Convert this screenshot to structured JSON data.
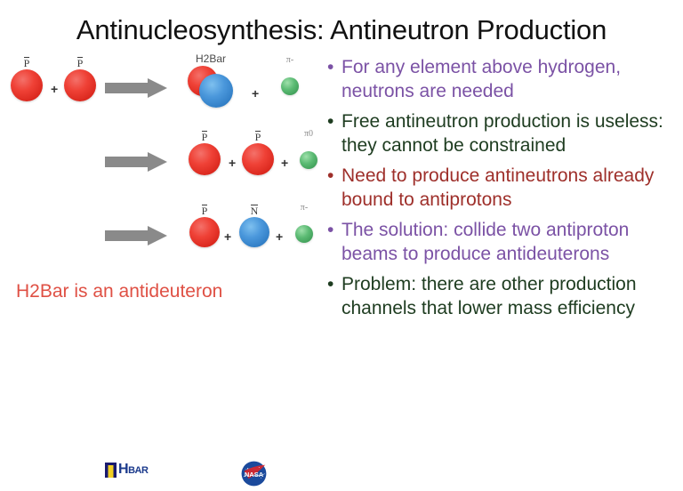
{
  "slide": {
    "title": "Antinucleosynthesis: Antineutron Production"
  },
  "diagram": {
    "caption": "H2Bar is an antideuteron",
    "reactions": [
      {
        "id": "reaction-1",
        "reactants": [
          {
            "label": "P",
            "bar": true,
            "type": "antiproton",
            "color": "#ef4136"
          },
          {
            "label": "P",
            "bar": true,
            "type": "antiproton",
            "color": "#ef4136"
          }
        ],
        "operator": "+",
        "arrow": "right-arrow",
        "products": [
          {
            "label": "H2Bar",
            "bar": false,
            "type": "antideuteron",
            "color": "#4a97db"
          },
          {
            "label": "π-",
            "bar": false,
            "type": "pion-minus",
            "color": "#5cbb74"
          }
        ]
      },
      {
        "id": "reaction-2",
        "reactants": [],
        "operator": "+",
        "arrow": "right-arrow",
        "products": [
          {
            "label": "P",
            "bar": true,
            "type": "antiproton",
            "color": "#ef4136"
          },
          {
            "label": "P",
            "bar": true,
            "type": "antiproton",
            "color": "#ef4136"
          },
          {
            "label": "π0",
            "bar": false,
            "type": "pion-zero",
            "color": "#5cbb74"
          }
        ]
      },
      {
        "id": "reaction-3",
        "reactants": [],
        "operator": "+",
        "arrow": "right-arrow",
        "products": [
          {
            "label": "P",
            "bar": true,
            "type": "antiproton",
            "color": "#ef4136"
          },
          {
            "label": "N",
            "bar": true,
            "type": "antineutron",
            "color": "#4a97db"
          },
          {
            "label": "π-",
            "bar": false,
            "type": "pion-minus",
            "color": "#5cbb74"
          }
        ]
      }
    ]
  },
  "bullets": [
    {
      "marker": "•",
      "text": "For any element above hydrogen, neutrons are needed",
      "color": "#7b52a5"
    },
    {
      "marker": "•",
      "text": "Free antineutron production is useless: they cannot be constrained",
      "color": "#1e3c20"
    },
    {
      "marker": "•",
      "text": "Need to produce antineutrons already bound to antiprotons",
      "color": "#9e2f2a"
    },
    {
      "marker": "•",
      "text": "The solution: collide two antiproton beams to produce antideuterons",
      "color": "#7b52a5"
    },
    {
      "marker": "•",
      "text": "Problem: there are other production channels that lower mass efficiency",
      "color": "#1e3c20"
    }
  ],
  "logos": {
    "hbar": {
      "name": "HBAR Technologies logo",
      "text_main": "H",
      "text_rest": "BAR"
    },
    "nasa": {
      "name": "NASA logo",
      "text": "NASA"
    }
  },
  "colors": {
    "antiproton": "#ef4136",
    "antineutron": "#4a97db",
    "pion": "#5cbb74",
    "arrow": "#8a8a8a",
    "caption": "#df5044",
    "title": "#111111",
    "purple": "#7b52a5",
    "green": "#1e3c20",
    "maroon": "#9e2f2a"
  }
}
